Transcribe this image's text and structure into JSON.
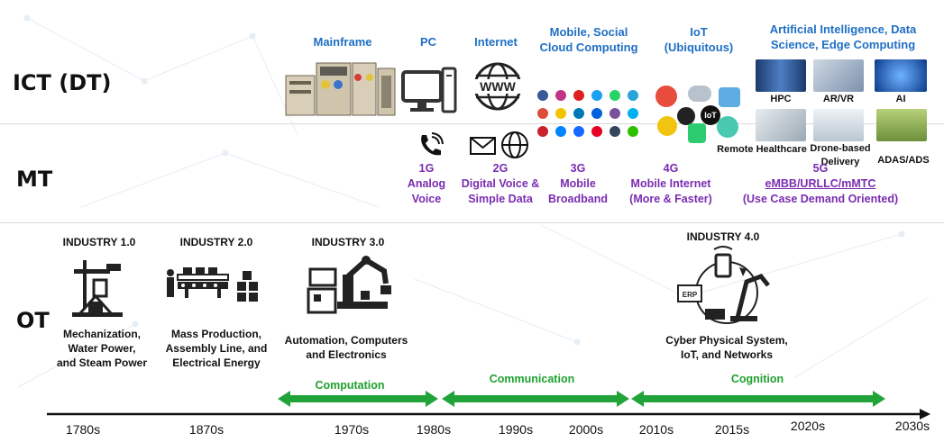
{
  "rows": {
    "ict": "ICT (DT)",
    "mt": "MT",
    "ot": "OT"
  },
  "ict_eras": {
    "mainframe": "Mainframe",
    "pc": "PC",
    "internet": "Internet",
    "mobile_line1": "Mobile, Social",
    "mobile_line2": "Cloud Computing",
    "iot_line1": "IoT",
    "iot_line2": "(Ubiquitous)",
    "ai_line1": "Artificial Intelligence, Data",
    "ai_line2": "Science, Edge Computing"
  },
  "ict_captions": {
    "hpc": "HPC",
    "arvr": "AR/VR",
    "ai": "AI",
    "remote": "Remote Healthcare",
    "drone_line1": "Drone-based",
    "drone_line2": "Delivery",
    "adas": "ADAS/ADS",
    "www": "WWW",
    "iot_badge": "IoT"
  },
  "generations": {
    "g1": {
      "name": "1G",
      "line1": "Analog",
      "line2": "Voice"
    },
    "g2": {
      "name": "2G",
      "line1": "Digital Voice &",
      "line2": "Simple Data"
    },
    "g3": {
      "name": "3G",
      "line1": "Mobile",
      "line2": "Broadband"
    },
    "g4": {
      "name": "4G",
      "line1": "Mobile Internet",
      "line2": "(More & Faster)"
    },
    "g5": {
      "name": "5G",
      "line1": "eMBB/URLLC/mMTC",
      "line2": "(Use Case Demand Oriented)"
    }
  },
  "industries": {
    "i1": {
      "title": "INDUSTRY 1.0",
      "line1": "Mechanization,",
      "line2": "Water Power,",
      "line3": "and Steam Power"
    },
    "i2": {
      "title": "INDUSTRY 2.0",
      "line1": "Mass Production,",
      "line2": "Assembly Line, and",
      "line3": "Electrical Energy"
    },
    "i3": {
      "title": "INDUSTRY 3.0",
      "line1": "Automation, Computers",
      "line2": "and Electronics"
    },
    "i4": {
      "title": "INDUSTRY 4.0",
      "line1": "Cyber Physical System,",
      "line2": "IoT, and Networks",
      "erp": "ERP"
    }
  },
  "phases": {
    "computation": "Computation",
    "communication": "Communication",
    "cognition": "Cognition"
  },
  "timeline": [
    "1780s",
    "1870s",
    "1970s",
    "1980s",
    "1990s",
    "2000s",
    "2010s",
    "2015s",
    "2020s",
    "2030s"
  ],
  "colors": {
    "era_blue": "#1f6fc5",
    "gen_purple": "#7a2cb1",
    "phase_green": "#1fa12f",
    "arrow_green": "#22a33a"
  }
}
